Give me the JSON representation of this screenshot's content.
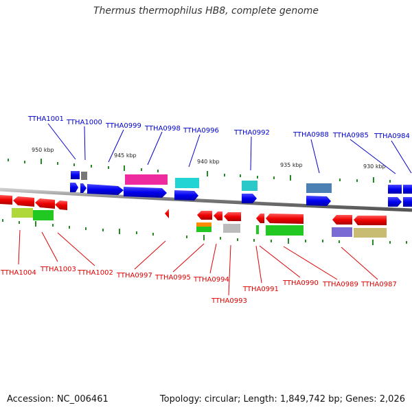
{
  "title": "Thermus thermophilus HB8, complete genome",
  "footer": {
    "accession": "Accession: NC_006461",
    "summary": "Topology: circular; Length: 1,849,742 bp; Genes: 2,026"
  },
  "scale": {
    "ticks": [
      "950 kbp",
      "945 kbp",
      "940 kbp",
      "935 kbp",
      "930 kbp"
    ]
  },
  "colors": {
    "forward_label": "#0000cc",
    "reverse_label": "#dd0000",
    "backbone": "#888888",
    "tick": "#228b22"
  },
  "forward_genes": [
    "TTHA1001",
    "TTHA1000",
    "TTHA0999",
    "TTHA0998",
    "TTHA0996",
    "TTHA0992",
    "TTHA0988",
    "TTHA0985",
    "TTHA0984"
  ],
  "reverse_genes": [
    "TTHA1004",
    "TTHA1003",
    "TTHA1002",
    "TTHA0997",
    "TTHA0995",
    "TTHA0994",
    "TTHA0993",
    "TTHA0991",
    "TTHA0990",
    "TTHA0989",
    "TTHA0987"
  ]
}
